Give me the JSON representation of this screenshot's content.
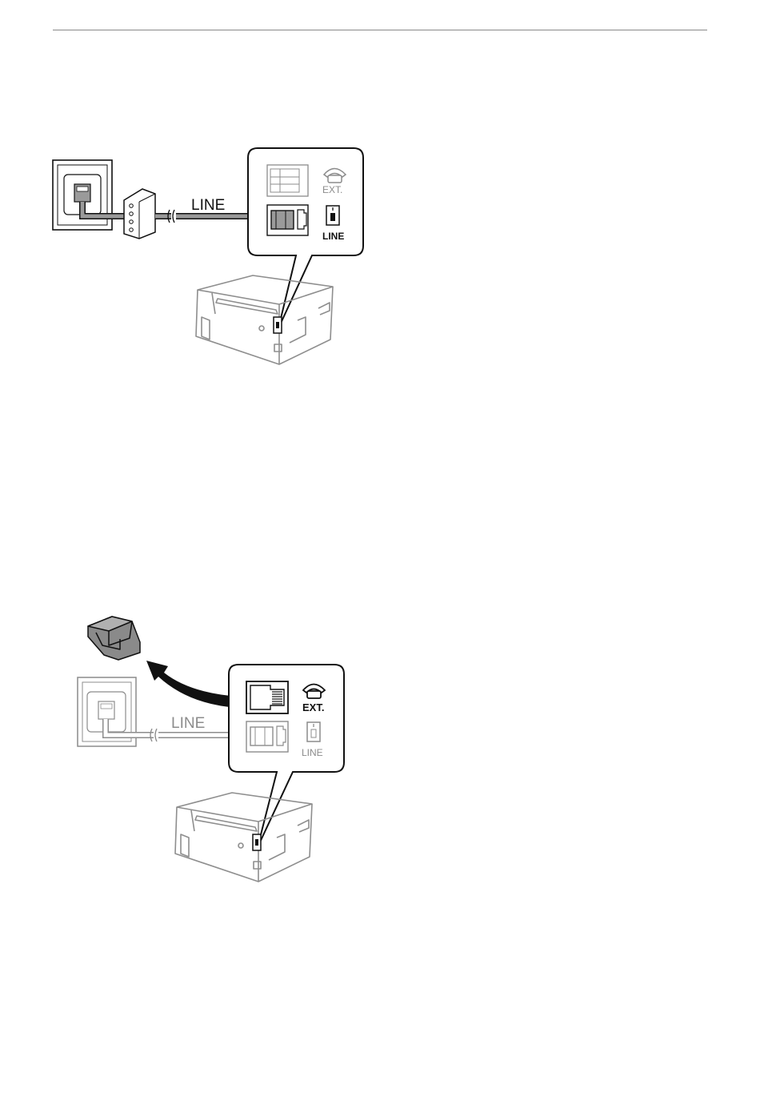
{
  "figure1": {
    "cable_label": "LINE",
    "port_ext_label": "EXT.",
    "port_line_label": "LINE"
  },
  "figure2": {
    "cable_label": "LINE",
    "port_ext_label": "EXT.",
    "port_line_label": "LINE"
  },
  "colors": {
    "line_art": "#111111",
    "cable_gray": "#9a9a9a",
    "dimmed": "#8c8c8c",
    "printer_line": "#8e8e8e"
  }
}
